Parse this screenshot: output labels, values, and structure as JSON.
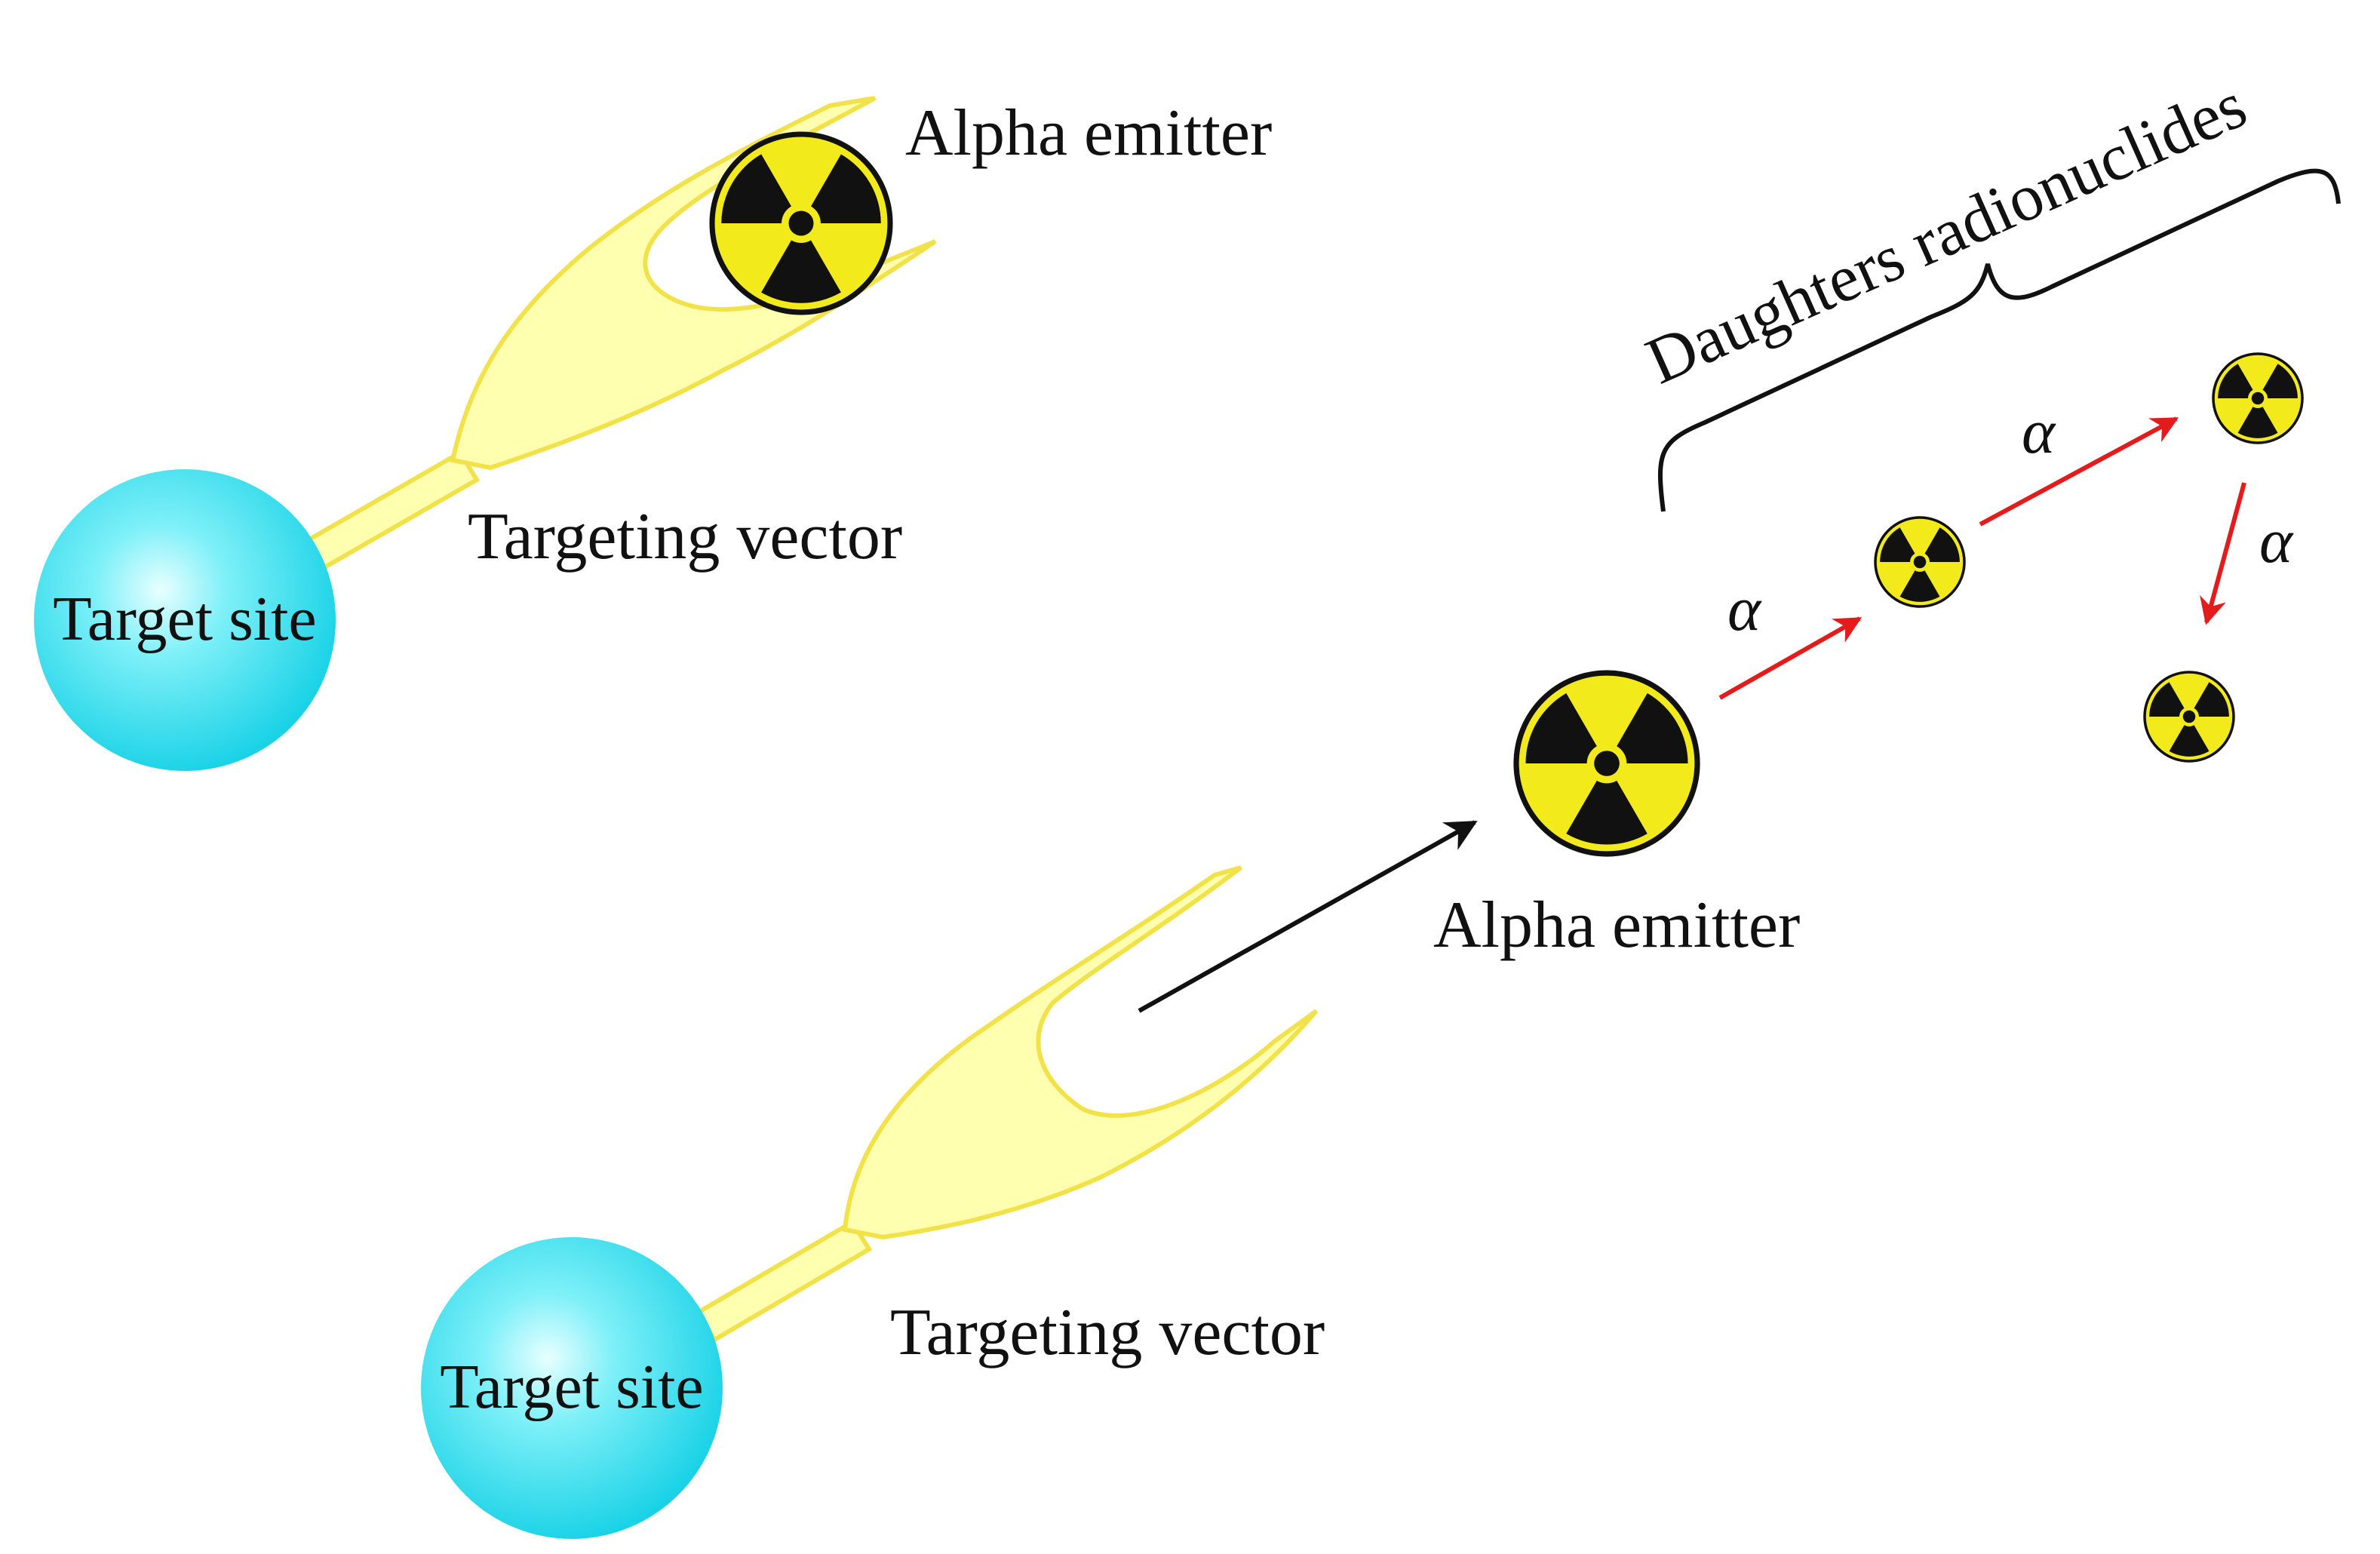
{
  "labels": {
    "top_alpha_emitter": "Alpha emitter",
    "top_targeting_vector": "Targeting vector",
    "top_target_site": "Target site",
    "bottom_alpha_emitter": "Alpha emitter",
    "bottom_targeting_vector": "Targeting vector",
    "bottom_target_site": "Target site",
    "daughters_radionuclides": "Daughters radionuclides",
    "alpha_symbol_1": "α",
    "alpha_symbol_2": "α",
    "alpha_symbol_3": "α"
  },
  "colors": {
    "target_site_fill": "#3fe0f0",
    "target_site_highlight": "#e8ffff",
    "vector_fill": "#ffffb0",
    "vector_stroke": "#f2e24a",
    "radiation_yellow": "#f3ea1c",
    "radiation_black": "#111111",
    "decay_arrow": "#e51b1b",
    "release_arrow": "#111111"
  },
  "icons": {
    "radiation": "radiation-trefoil-icon"
  }
}
